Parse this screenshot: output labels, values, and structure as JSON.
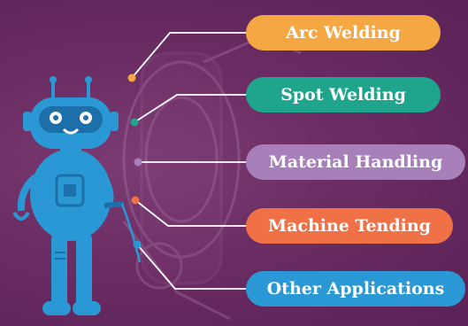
{
  "items": [
    {
      "label": "Arc Welding",
      "color": "#f4a742"
    },
    {
      "label": "Spot Welding",
      "color": "#1fa58d"
    },
    {
      "label": "Material Handling",
      "color": "#a780b9"
    },
    {
      "label": "Machine Tending",
      "color": "#ef7145"
    },
    {
      "label": "Other Applications",
      "color": "#2a98d4"
    }
  ],
  "icons": {
    "mascot": "robot-mascot-icon",
    "background": "industrial-robot-arm-photo"
  }
}
